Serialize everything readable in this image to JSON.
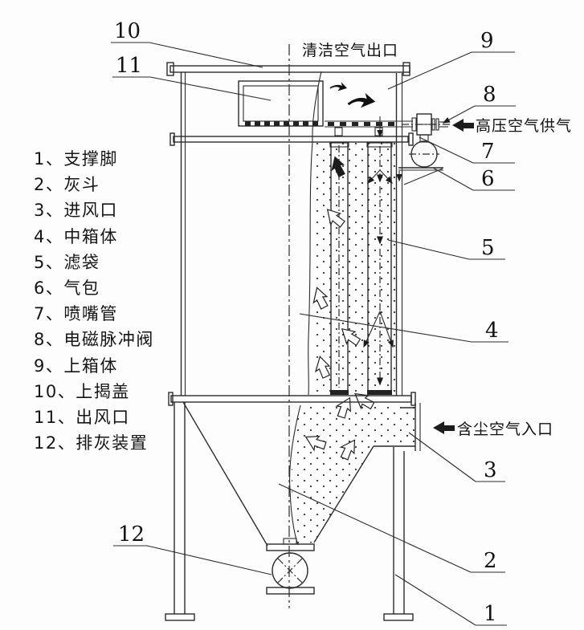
{
  "legend": {
    "items": [
      "1、支撑脚",
      "2、灰斗",
      "3、进风口",
      "4、中箱体",
      "5、滤袋",
      "6、气包",
      "7、喷嘴管",
      "8、电磁脉冲阀",
      "9、上箱体",
      "10、上揭盖",
      "11、出风口",
      "12、排灰装置"
    ]
  },
  "flow_labels": {
    "clean_air_outlet": "清洁空气出口",
    "high_pressure_air_supply": "高压空气供气",
    "dusty_air_inlet": "含尘空气入口"
  },
  "callouts": {
    "n1": "1",
    "n2": "2",
    "n3": "3",
    "n4": "4",
    "n5": "5",
    "n6": "6",
    "n7": "7",
    "n8": "8",
    "n9": "9",
    "n10": "10",
    "n11": "11",
    "n12": "12"
  },
  "colors": {
    "line": "#2b2b2b",
    "background": "#fdfdfd",
    "arrow_fill": "#111111"
  }
}
